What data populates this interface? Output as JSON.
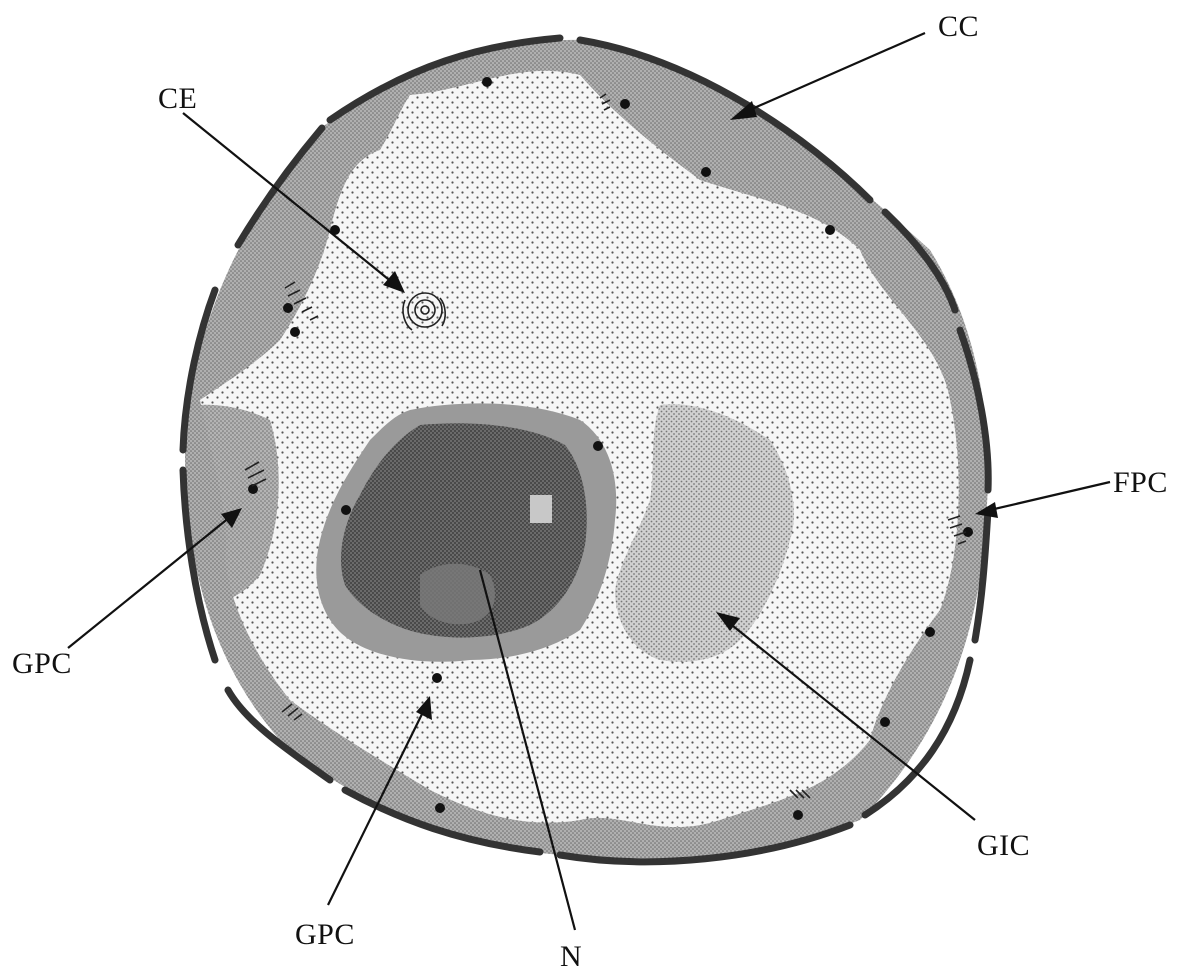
{
  "labels": {
    "cc": "CC",
    "ce": "CE",
    "fpc": "FPC",
    "gpc_left": "GPC",
    "gpc_bottom": "GPC",
    "gic": "GIC",
    "n": "N"
  },
  "colors": {
    "background": "#ffffff",
    "membrane": "#3a3a3a",
    "peripheral_cytoplasm": "#a8a8a8",
    "central_cytoplasm": "#f4f4f4",
    "stipple": "#555555",
    "nucleus_dark": "#2a2a2a",
    "nucleus_mid": "#555555",
    "nucleus_rim": "#8a8a8a",
    "inclusion": "#c4c4c4"
  }
}
